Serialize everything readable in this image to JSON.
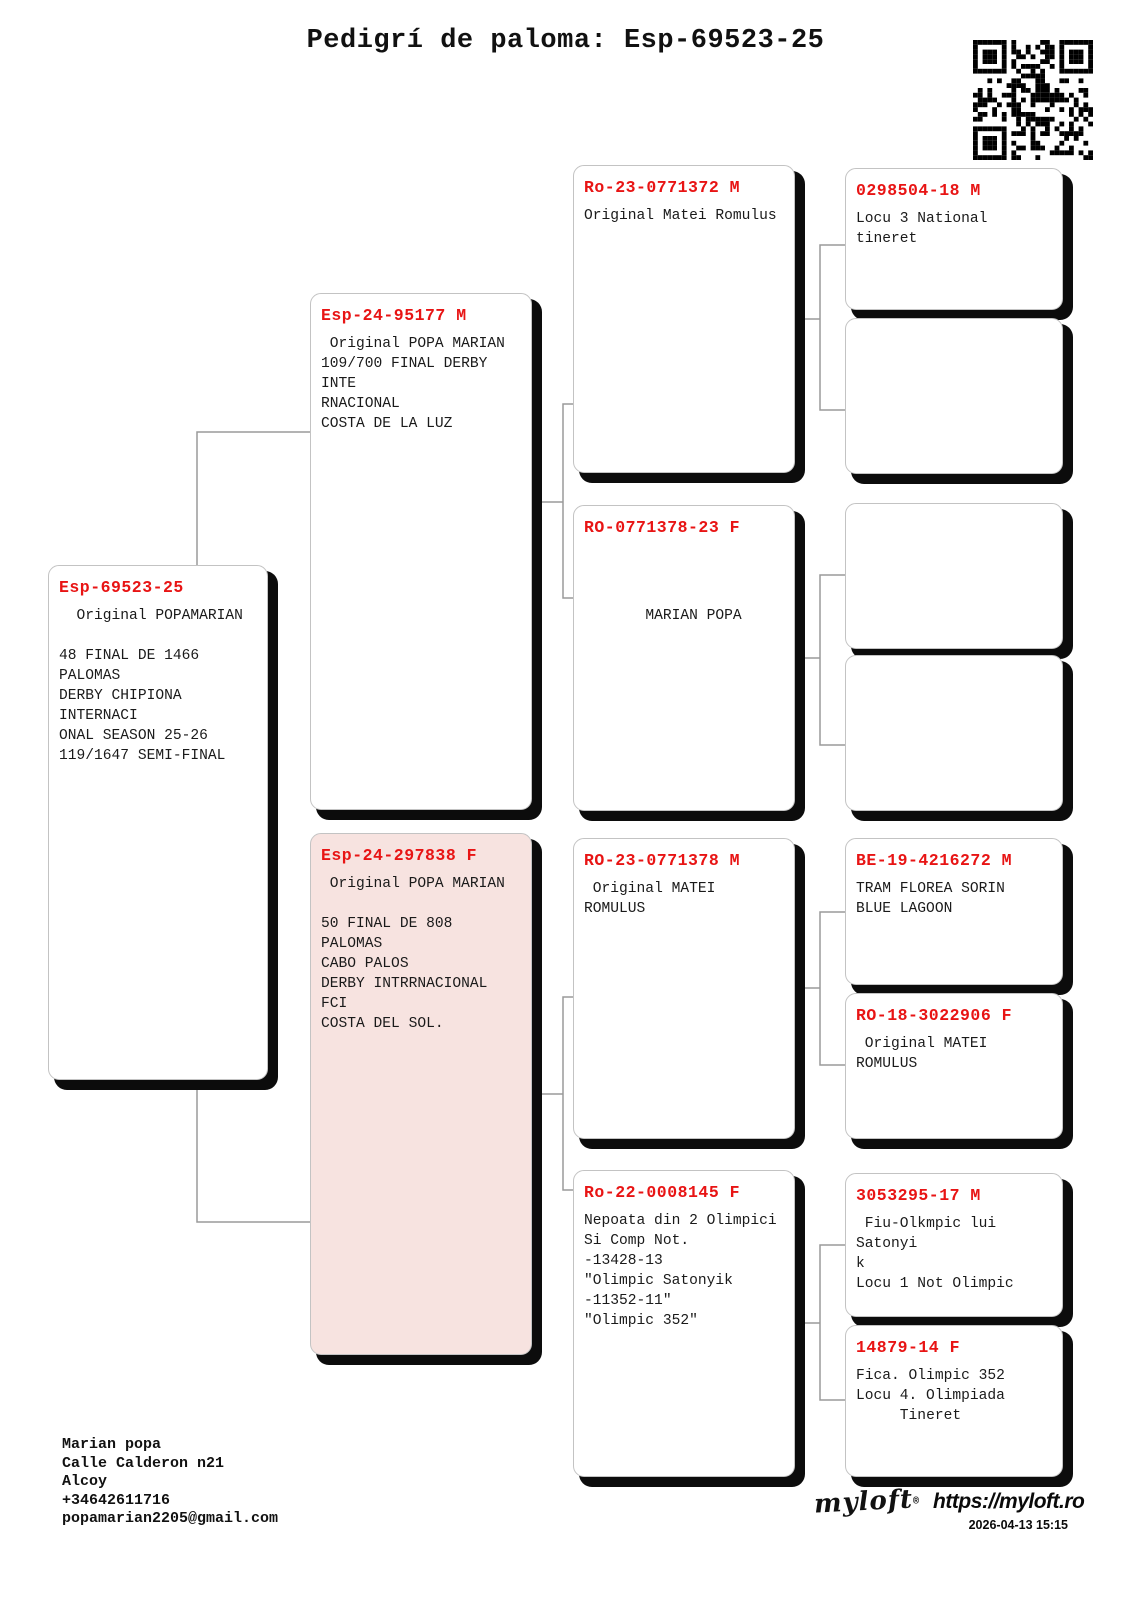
{
  "title": "Pedigrí de paloma: Esp-69523-25",
  "boxes": {
    "subject": {
      "id": "Esp-69523-25",
      "body": [
        "  Original POPAMARIAN",
        "",
        "48 FINAL DE 1466 PALOMAS",
        "DERBY CHIPIONA INTERNACI",
        "ONAL SEASON 25-26",
        "119/1647 SEMI-FINAL"
      ]
    },
    "father": {
      "id": "Esp-24-95177 M",
      "body": [
        " Original POPA MARIAN",
        "109/700 FINAL DERBY INTE",
        "RNACIONAL",
        "COSTA DE LA LUZ"
      ]
    },
    "mother": {
      "id": "Esp-24-297838 F",
      "body": [
        " Original POPA MARIAN",
        "",
        "50 FINAL DE 808 PALOMAS",
        "CABO PALOS",
        "DERBY INTRRNACIONAL FCI",
        "COSTA DEL SOL."
      ]
    },
    "pgf": {
      "id": "Ro-23-0771372 M",
      "body": [
        "Original Matei Romulus"
      ]
    },
    "pgm": {
      "id": "RO-0771378-23 F",
      "body": [
        "",
        "",
        "",
        "       MARIAN POPA"
      ]
    },
    "mgf": {
      "id": "RO-23-0771378 M",
      "body": [
        " Original MATEI ROMULUS"
      ]
    },
    "mgm": {
      "id": "Ro-22-0008145 F",
      "body": [
        "Nepoata din 2 Olimpici",
        "Si Comp Not.",
        "-13428-13",
        "\"Olimpic Satonyik",
        "-11352-11\"",
        "\"Olimpic 352\""
      ]
    },
    "ggf1": {
      "id": "0298504-18 M",
      "body": [
        "Locu 3 National tineret"
      ]
    },
    "ggm1": {
      "id": "",
      "body": []
    },
    "ggf2": {
      "id": "",
      "body": []
    },
    "ggm2": {
      "id": "",
      "body": []
    },
    "ggf3": {
      "id": "BE-19-4216272 M",
      "body": [
        "TRAM FLOREA SORIN",
        "BLUE LAGOON"
      ]
    },
    "ggm3": {
      "id": "RO-18-3022906 F",
      "body": [
        " Original MATEI ROMULUS"
      ]
    },
    "ggf4": {
      "id": "3053295-17 M",
      "body": [
        " Fiu-Olkmpic lui Satonyi",
        "k",
        "Locu 1 Not Olimpic"
      ]
    },
    "ggm4": {
      "id": "14879-14 F",
      "body": [
        "Fica. Olimpic 352",
        "Locu 4. Olimpiada",
        "     Tineret"
      ]
    }
  },
  "contact": {
    "lines": [
      "Marian popa",
      "Calle Calderon n21",
      "Alcoy",
      "+34642611716",
      "popamarian2205@gmail.com"
    ]
  },
  "footer": {
    "brand": "myloft",
    "reg_mark": "®",
    "url": "https://myloft.ro",
    "timestamp": "2026-04-13 15:15"
  },
  "icons": {
    "qr_code": "qr-code",
    "dove": "dove-icon"
  },
  "colors": {
    "ring_red": "#e81414",
    "female_box_pink": "#f7e3e0",
    "connector_gray": "#9a9a9a"
  }
}
